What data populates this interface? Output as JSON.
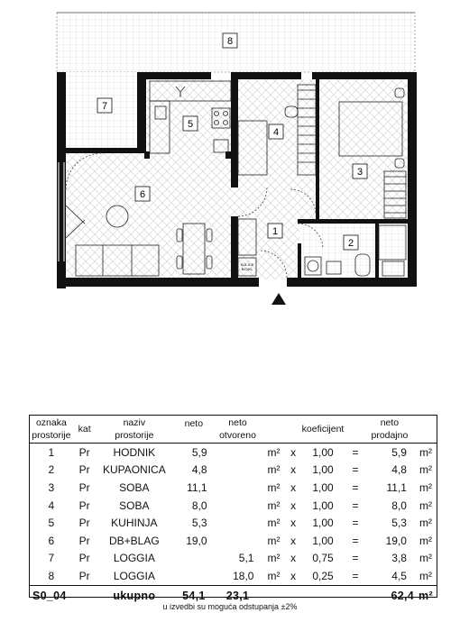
{
  "rooms_on_plan": [
    "8",
    "7",
    "5",
    "4",
    "3",
    "6",
    "1",
    "2"
  ],
  "plan_labels": {
    "storage": "KOLICE",
    "storage2": "BICIKL"
  },
  "table": {
    "headers": {
      "oznaka": "oznaka",
      "prostorije": "prostorije",
      "kat": "kat",
      "naziv": "naziv",
      "naziv2": "prostorije",
      "neto": "neto",
      "neto_otv": "neto",
      "otvoreno": "otvoreno",
      "koef": "koeficijent",
      "neto_prod": "neto",
      "prodajno": "prodajno"
    },
    "rows": [
      {
        "id": "1",
        "kat": "Pr",
        "naziv": "HODNIK",
        "neto": "5,9",
        "otv": "",
        "unit1": "m²",
        "x": "x",
        "koef": "1,00",
        "eq": "=",
        "prod": "5,9",
        "unit2": "m²"
      },
      {
        "id": "2",
        "kat": "Pr",
        "naziv": "KUPAONICA",
        "neto": "4,8",
        "otv": "",
        "unit1": "m²",
        "x": "x",
        "koef": "1,00",
        "eq": "=",
        "prod": "4,8",
        "unit2": "m²"
      },
      {
        "id": "3",
        "kat": "Pr",
        "naziv": "SOBA",
        "neto": "11,1",
        "otv": "",
        "unit1": "m²",
        "x": "x",
        "koef": "1,00",
        "eq": "=",
        "prod": "11,1",
        "unit2": "m²"
      },
      {
        "id": "4",
        "kat": "Pr",
        "naziv": "SOBA",
        "neto": "8,0",
        "otv": "",
        "unit1": "m²",
        "x": "x",
        "koef": "1,00",
        "eq": "=",
        "prod": "8,0",
        "unit2": "m²"
      },
      {
        "id": "5",
        "kat": "Pr",
        "naziv": "KUHINJA",
        "neto": "5,3",
        "otv": "",
        "unit1": "m²",
        "x": "x",
        "koef": "1,00",
        "eq": "=",
        "prod": "5,3",
        "unit2": "m²"
      },
      {
        "id": "6",
        "kat": "Pr",
        "naziv": "DB+BLAG",
        "neto": "19,0",
        "otv": "",
        "unit1": "m²",
        "x": "x",
        "koef": "1,00",
        "eq": "=",
        "prod": "19,0",
        "unit2": "m²"
      },
      {
        "id": "7",
        "kat": "Pr",
        "naziv": "LOGGIA",
        "neto": "",
        "otv": "5,1",
        "unit1": "m²",
        "x": "x",
        "koef": "0,75",
        "eq": "=",
        "prod": "3,8",
        "unit2": "m²"
      },
      {
        "id": "8",
        "kat": "Pr",
        "naziv": "LOGGIA",
        "neto": "",
        "otv": "18,0",
        "unit1": "m²",
        "x": "x",
        "koef": "0,25",
        "eq": "=",
        "prod": "4,5",
        "unit2": "m²"
      }
    ],
    "total": {
      "code": "S0_04",
      "label": "ukupno",
      "neto": "54,1",
      "otv": "23,1",
      "prod": "62,4",
      "unit": "m²"
    }
  },
  "note": "u izvedbi su moguća odstupanja ±2%"
}
